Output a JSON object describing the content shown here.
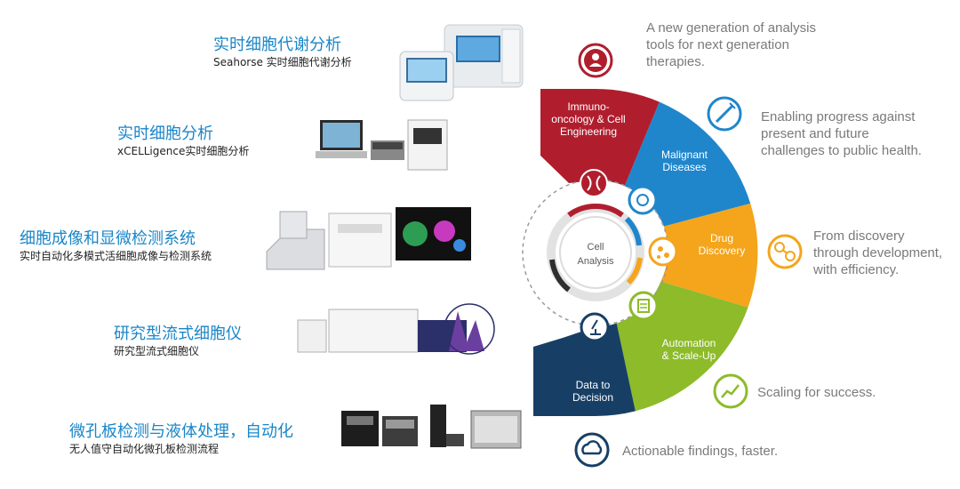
{
  "products": [
    {
      "title": "实时细胞代谢分析",
      "subtitle": "Seahorse 实时细胞代谢分析"
    },
    {
      "title": "实时细胞分析",
      "subtitle": "xCELLigence实时细胞分析"
    },
    {
      "title": "细胞成像和显微检测系统",
      "subtitle": "实时自动化多模式活细胞成像与检测系统"
    },
    {
      "title": "研究型流式细胞仪",
      "subtitle": "研究型流式细胞仪"
    },
    {
      "title": "微孔板检测与液体处理，自动化",
      "subtitle": "无人值守自动化微孔板检测流程"
    }
  ],
  "wheel": {
    "center": [
      "Cell",
      "Analysis"
    ],
    "segments": [
      {
        "lines": [
          "Immuno-",
          "oncology & Cell",
          "Engineering"
        ],
        "color": "#b01e2e"
      },
      {
        "lines": [
          "Malignant",
          "Diseases"
        ],
        "color": "#1f86cc"
      },
      {
        "lines": [
          "Drug",
          "Discovery"
        ],
        "color": "#f4a51c"
      },
      {
        "lines": [
          "Automation",
          "& Scale-Up"
        ],
        "color": "#8dbb2a"
      },
      {
        "lines": [
          "Data to",
          "Decision"
        ],
        "color": "#173f66"
      }
    ]
  },
  "taglines": [
    {
      "lines": [
        "A new generation of analysis",
        "tools for next generation",
        "therapies."
      ]
    },
    {
      "lines": [
        "Enabling progress against",
        "present and future",
        "challenges to public health."
      ]
    },
    {
      "lines": [
        "From discovery",
        "through development,",
        "with efficiency."
      ]
    },
    {
      "lines": [
        "Scaling for success."
      ]
    },
    {
      "lines": [
        "Actionable findings, faster."
      ]
    }
  ],
  "icons": [
    "person-icon",
    "syringe-icon",
    "molecule-icon",
    "chart-icon",
    "cloud-icon",
    "dna-icon",
    "virus-icon",
    "cell-cluster-icon",
    "clipboard-icon",
    "microscope-icon"
  ]
}
